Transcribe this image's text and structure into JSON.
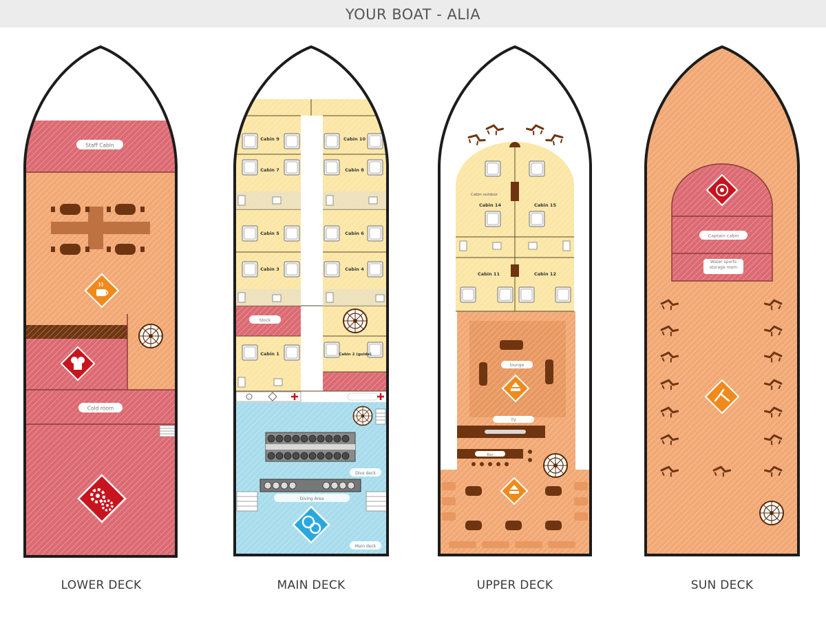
{
  "header": {
    "title": "YOUR BOAT  -  ALIA"
  },
  "decks": {
    "lower": {
      "label": "LOWER DECK",
      "rooms": {
        "staff_cabin": "Staff Cabin",
        "cold_room": "Cold room"
      }
    },
    "main": {
      "label": "MAIN DECK",
      "cabins": [
        "Cabin 9",
        "Cabin 10",
        "Cabin 7",
        "Cabin 8",
        "Cabin 5",
        "Cabin 6",
        "Cabin 3",
        "Cabin 4",
        "Cabin 1",
        "Cabin 2 (guide)"
      ],
      "rooms": {
        "store": "Stock",
        "dive_deck": "Dive deck",
        "dive_briefing": "Diving Area",
        "main_area": "Main deck"
      }
    },
    "upper": {
      "label": "UPPER DECK",
      "cabins": [
        "Cabin 14",
        "Cabin 15",
        "Cabin 11",
        "Cabin 12"
      ],
      "rooms": {
        "outside": "Cabin outdoor",
        "lounge": "lounge",
        "tv": "TV",
        "bar": "Bar"
      }
    },
    "sun": {
      "label": "SUN DECK",
      "rooms": {
        "captain_cabin": "Captain cabin",
        "water_sports": "Water sports storage room"
      }
    }
  },
  "colors": {
    "salmon": "#f2a874",
    "pink": "#dc6a72",
    "yellow": "#fbe6a5",
    "blue": "#a8dcec",
    "brown": "#6e3510",
    "orange_icon": "#f08a1c",
    "red_icon": "#c8141e",
    "hull": "#1c1c1c"
  },
  "icons": [
    "kitchen-icon",
    "chef-icon",
    "engine-icon",
    "helm-icon",
    "diving-icon",
    "lounge-icon",
    "wheelhouse-icon",
    "sunbed-icon"
  ]
}
